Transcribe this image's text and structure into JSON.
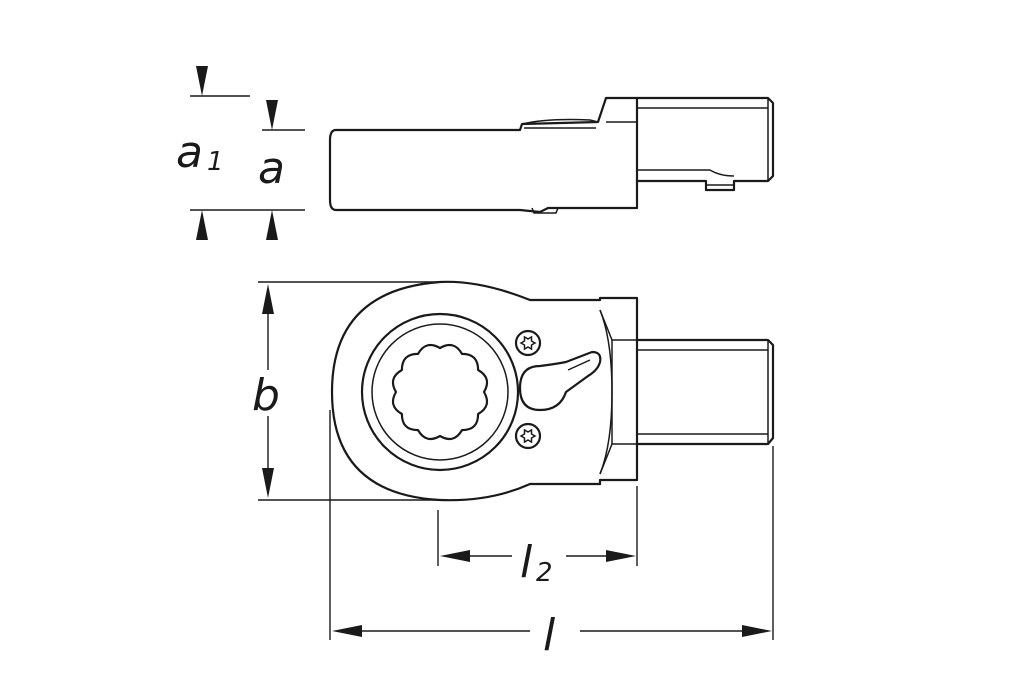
{
  "labels": {
    "a1_main": "a",
    "a1_sub": "1",
    "a": "a",
    "b": "b",
    "l2_main": "l",
    "l2_sub": "2",
    "l": "l"
  }
}
